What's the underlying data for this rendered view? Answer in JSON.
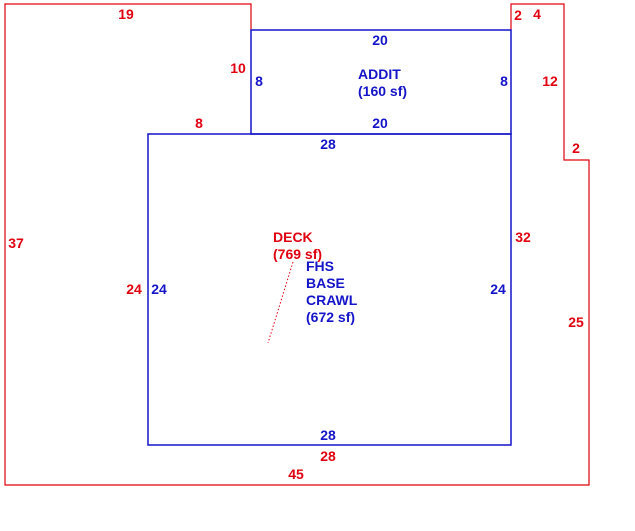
{
  "colors": {
    "deck": "#e0000f",
    "house": "#1414c8"
  },
  "deck": {
    "name": "DECK",
    "area": "(769 sf)",
    "dims": {
      "top_left": "19",
      "top_right_a": "2",
      "top_right_b": "4",
      "notch_left": "10",
      "right_upper": "12",
      "step": "2",
      "inner_top": "8",
      "left": "37",
      "left_inner": "24",
      "right_inner": "32",
      "right_lower": "25",
      "bottom_inner": "28",
      "bottom": "45"
    }
  },
  "addition": {
    "name": "ADDIT",
    "area": "(160 sf)",
    "dims": {
      "top": "20",
      "left": "8",
      "right": "8",
      "bottom": "20"
    }
  },
  "main_house": {
    "name_lines": [
      "FHS",
      "BASE",
      "CRAWL"
    ],
    "area": "(672 sf)",
    "dims": {
      "top": "28",
      "left": "24",
      "right": "24",
      "bottom": "28"
    }
  }
}
